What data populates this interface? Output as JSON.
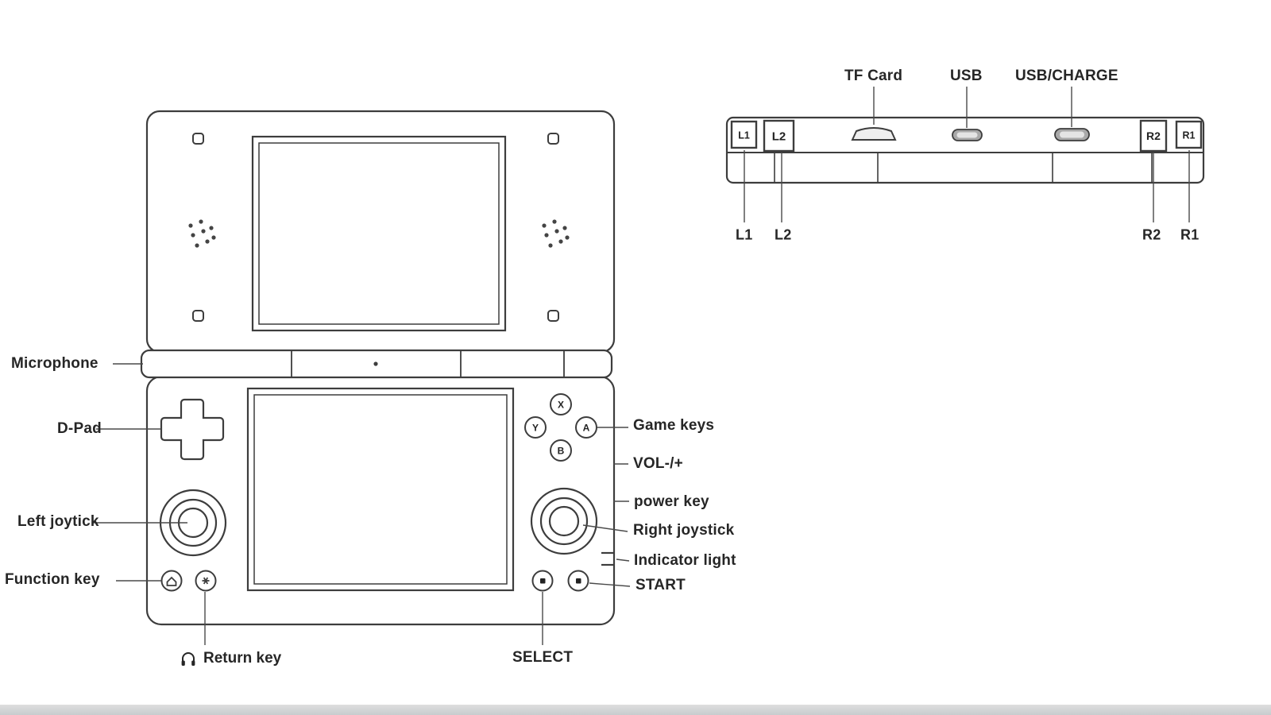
{
  "front_view": {
    "labels": {
      "microphone": "Microphone",
      "dpad": "D-Pad",
      "left_joystick": "Left joytick",
      "function_key": "Function key",
      "return_key": "Return key",
      "game_keys": "Game keys",
      "volume": "VOL-/+",
      "power_key": "power key",
      "right_joystick": "Right joystick",
      "indicator_light": "Indicator light",
      "start": "START",
      "select": "SELECT"
    },
    "game_buttons": {
      "top": "X",
      "left": "Y",
      "right": "A",
      "bottom": "B"
    }
  },
  "top_view": {
    "port_labels": {
      "tf_card": "TF Card",
      "usb": "USB",
      "usb_charge": "USB/CHARGE"
    },
    "shoulder_buttons": {
      "l1": "L1",
      "l2": "L2",
      "r2": "R2",
      "r1": "R1"
    }
  }
}
